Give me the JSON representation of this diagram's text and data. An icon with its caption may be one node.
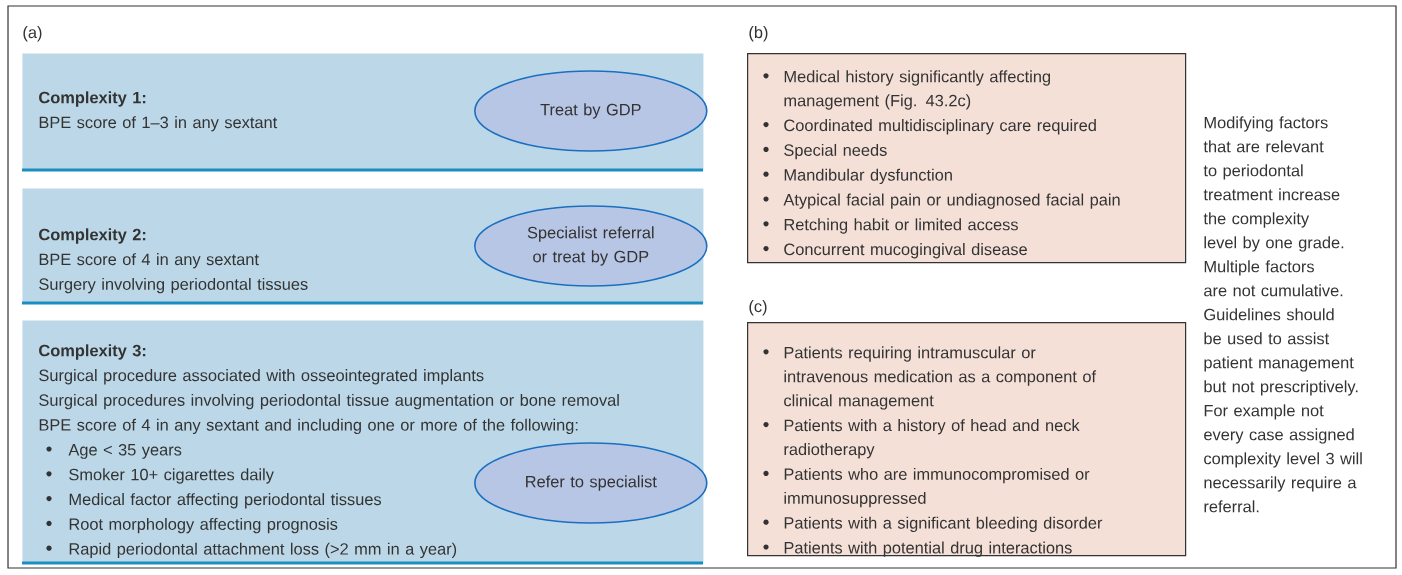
{
  "diagram": {
    "nodes": [
      {
        "text": [
          "Complexity 1:",
          "BPE score of 1–3 in any sextant"
        ]
      },
      {
        "text": [
          "Treat by GDP"
        ],
        "in": 0
      },
      {
        "text": [
          "Complexity 2:",
          "BPE score of 4 in any sextant",
          "Surgery involving periodontal tissues"
        ]
      },
      {
        "text": [
          "Specialist referral or treat by GDP"
        ],
        "in": 2
      },
      {
        "text": [
          "Complexity 3:",
          "Surgical procedure associated with osseointegrated implants",
          "Surgical procedures involving periodontal tissue augmentation or bone removal",
          "BPE score of 4 in any sextant and including one or more of the following:",
          "Age < 35 years",
          "Smoker 10+ cigarettes daily",
          "Medical factor affecting periodontal tissues",
          "Root morphology affecting prognosis",
          "Rapid periodontal attachment loss (>2 mm in a year)"
        ]
      },
      {
        "text": [
          "Refer to specialist"
        ],
        "in": 4
      },
      {
        "text": [
          "Medical history significantly affecting management (Fig. 43.2c)",
          "Coordinated multidisciplinary care required",
          "Special needs",
          "Mandibular dysfunction",
          "Atypical facial pain or undiagnosed facial pain",
          "Retching habit or limited access",
          "Concurrent mucogingival disease"
        ]
      },
      {
        "text": [
          "Patients requiring intramuscular or intravenous medication as a component of clinical management",
          "Patients with a history of head and neck radiotherapy",
          "Patients who are immunocompromised or immunosuppressed",
          "Patients with a significant bleeding disorder",
          "Patients with potential drug interactions"
        ]
      }
    ],
    "labels": [
      "(a)",
      "(b)",
      "Modifying factors that are relevant to periodontal treatment increase the complexity level by one grade. Multiple factors are not cumulative. Guidelines should be used to assist patient management but not prescriptively. For example not every case assigned complexity level 3 will necessarily require a referral.",
      "(c)"
    ]
  }
}
